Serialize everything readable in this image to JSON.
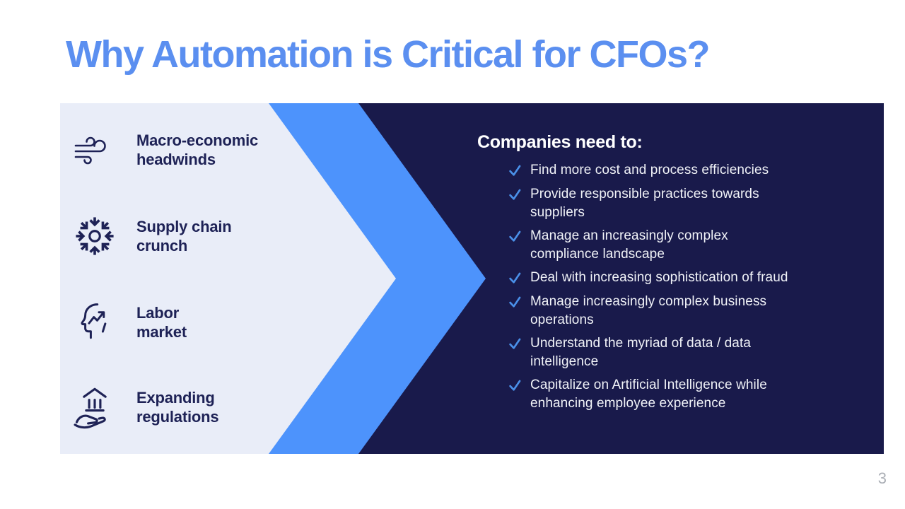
{
  "colors": {
    "title_blue": "#5B8FF0",
    "light_panel": "#E9EDF8",
    "chevron_blue": "#4D93FC",
    "navy_panel": "#191A4B",
    "dark_text": "#1E2256",
    "check_blue": "#4A90E8",
    "list_text": "#F1F3F8",
    "page_number_gray": "#ABAFB6"
  },
  "slide": {
    "title": "Why Automation is Critical for CFOs?",
    "page_number": "3"
  },
  "left_panel": {
    "items": [
      {
        "icon": "wind-icon",
        "label": [
          "Macro-economic",
          "headwinds"
        ]
      },
      {
        "icon": "converging-arrows-icon",
        "label": [
          "Supply chain",
          "crunch"
        ]
      },
      {
        "icon": "head-trend-icon",
        "label": [
          "Labor",
          "market"
        ]
      },
      {
        "icon": "bank-in-hand-icon",
        "label": [
          "Expanding",
          "regulations"
        ]
      }
    ]
  },
  "right_panel": {
    "heading": "Companies need to:",
    "items": [
      [
        "Find more cost and process efficiencies"
      ],
      [
        "Provide responsible practices towards",
        "suppliers"
      ],
      [
        "Manage an increasingly complex",
        "compliance landscape"
      ],
      [
        "Deal with increasing sophistication of fraud"
      ],
      [
        "Manage increasingly complex business",
        "operations"
      ],
      [
        "Understand the myriad of data / data",
        "intelligence"
      ],
      [
        "Capitalize on Artificial Intelligence while",
        "enhancing employee experience"
      ]
    ]
  }
}
